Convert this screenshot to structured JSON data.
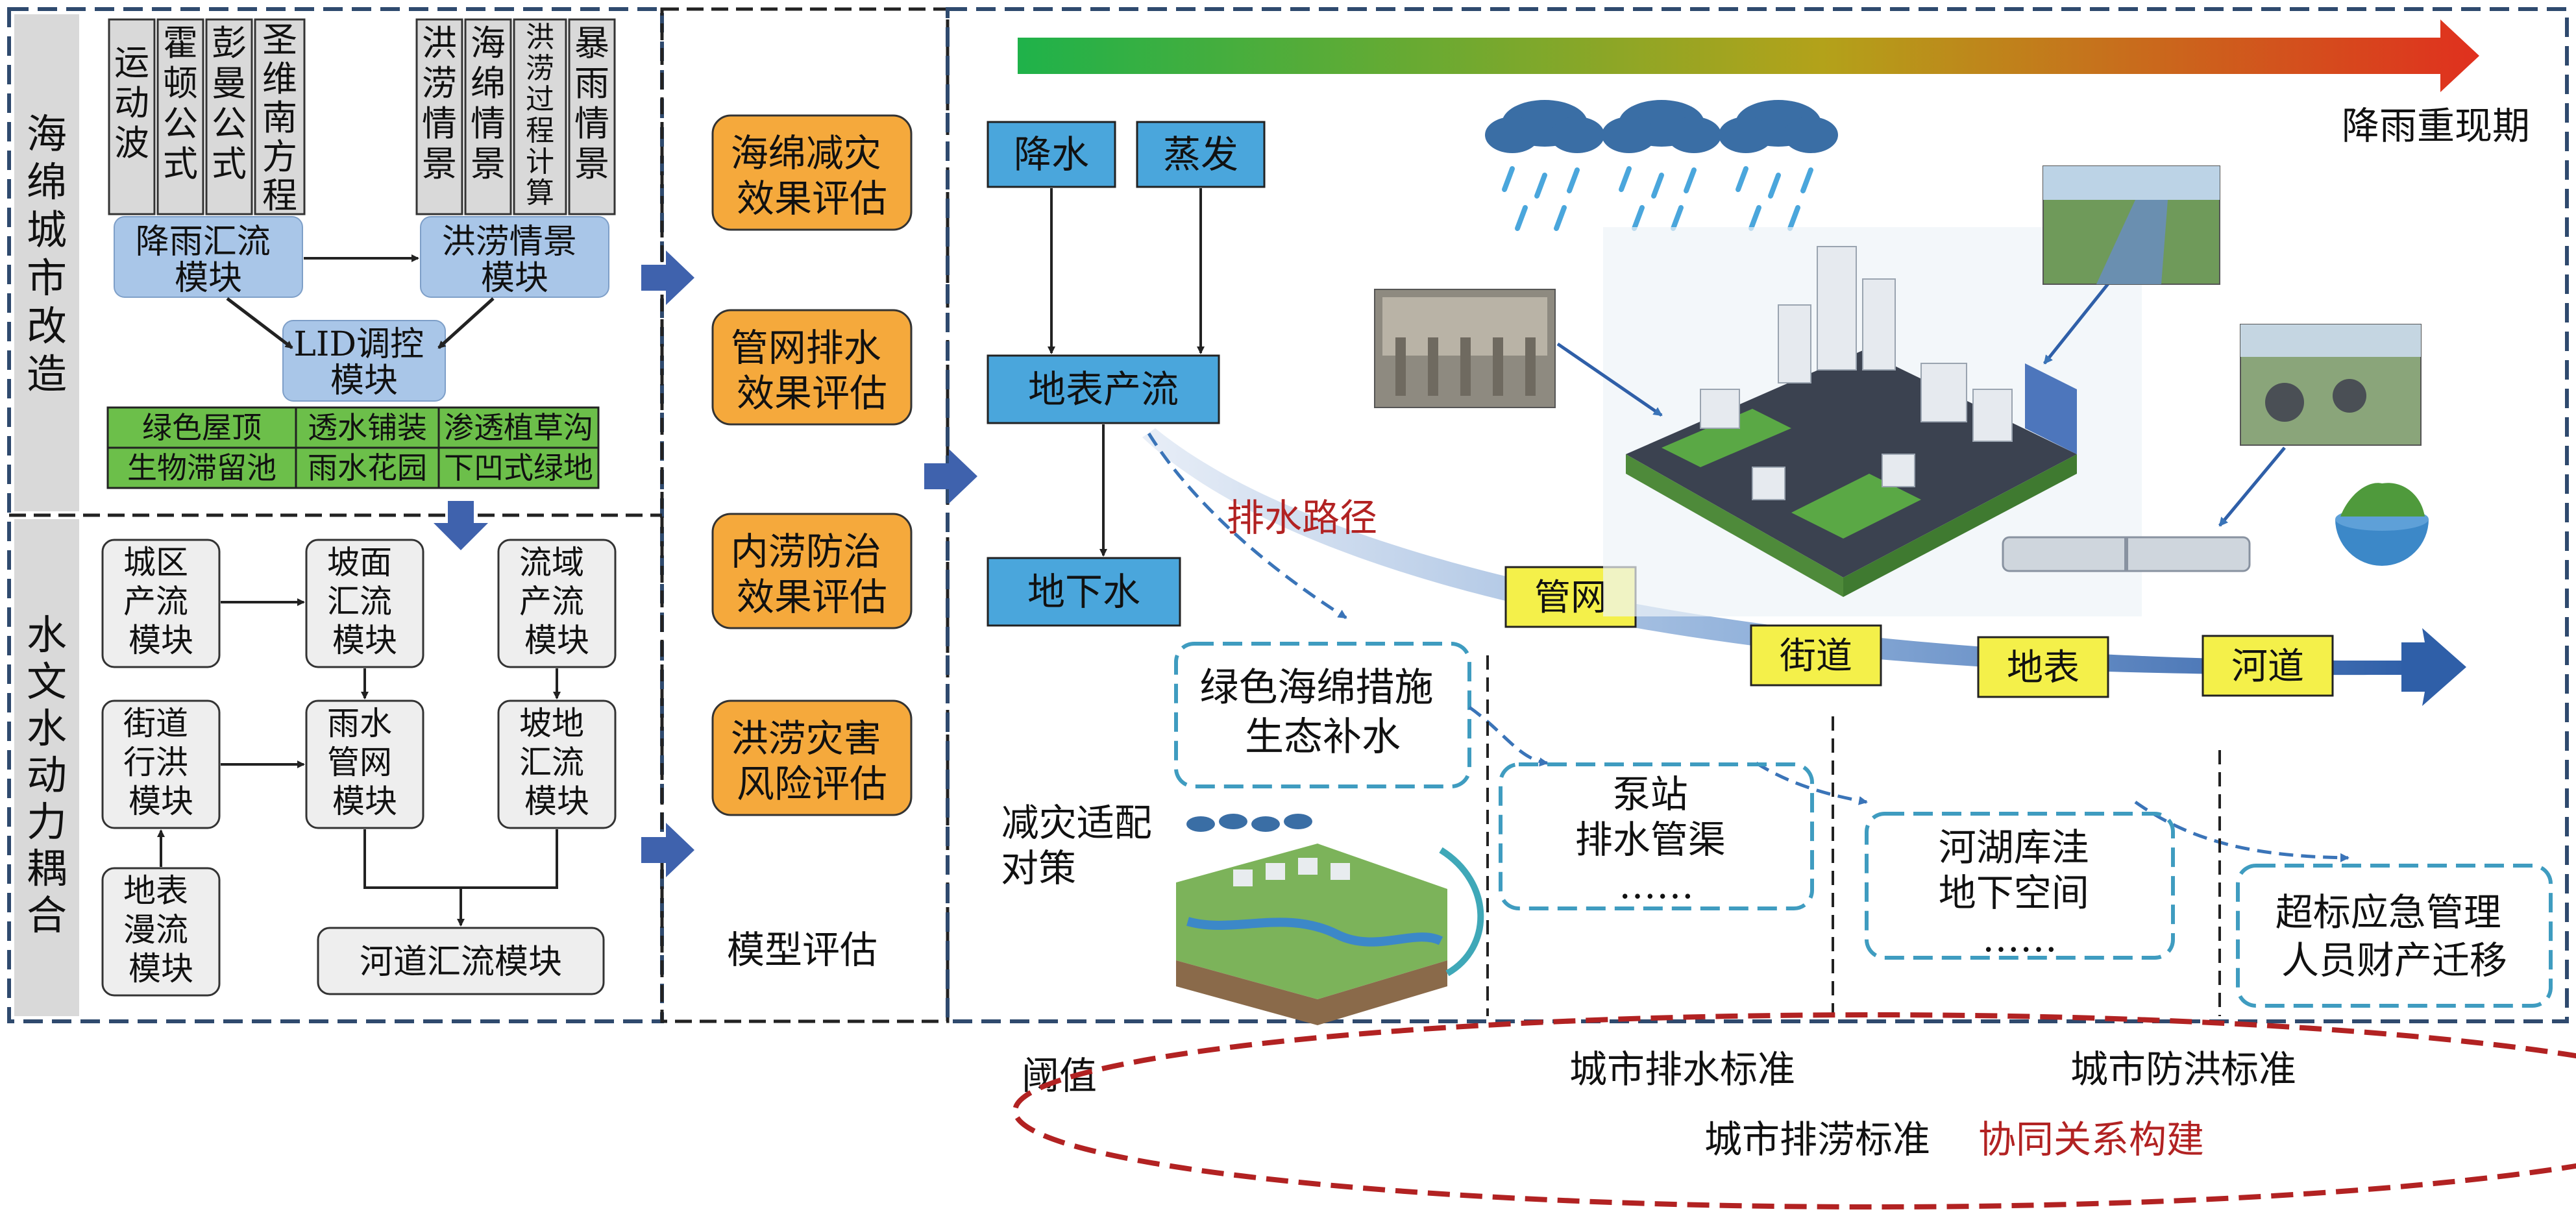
{
  "section1": {
    "side_label": "海绵城市改造",
    "formula_boxes": [
      "运动波",
      "霍顿公式",
      "彭曼公式",
      "圣维南方程"
    ],
    "scenario_boxes": [
      "洪涝情景",
      "海绵情景",
      "洪涝过程计算",
      "暴雨情景"
    ],
    "module_rainfall": [
      "降雨汇流",
      "模块"
    ],
    "module_flood": [
      "洪涝情景",
      "模块"
    ],
    "module_lid": [
      "LID调控",
      "模块"
    ],
    "lid_measures": [
      "绿色屋顶",
      "透水铺装",
      "渗透植草沟",
      "生物滞留池",
      "雨水花园",
      "下凹式绿地"
    ]
  },
  "section2": {
    "side_label": "水文水动力耦合",
    "modules": {
      "urban_runoff": [
        "城区",
        "产流",
        "模块"
      ],
      "slope_confluence": [
        "坡面",
        "汇流",
        "模块"
      ],
      "basin_runoff": [
        "流域",
        "产流",
        "模块"
      ],
      "street_flood": [
        "街道",
        "行洪",
        "模块"
      ],
      "rain_network": [
        "雨水",
        "管网",
        "模块"
      ],
      "slope_land": [
        "坡地",
        "汇流",
        "模块"
      ],
      "surface_overland": [
        "地表",
        "漫流",
        "模块"
      ],
      "river_confluence": "河道汇流模块"
    }
  },
  "evaluation": {
    "items": [
      [
        "海绵减灾",
        "效果评估"
      ],
      [
        "管网排水",
        "效果评估"
      ],
      [
        "内涝防治",
        "效果评估"
      ],
      [
        "洪涝灾害",
        "风险评估"
      ]
    ],
    "footer": "模型评估"
  },
  "right_panel": {
    "gradient_label": "降雨重现期",
    "precipitation": "降水",
    "evaporation": "蒸发",
    "surface_runoff": "地表产流",
    "groundwater": "地下水",
    "drain_path": "排水路径",
    "flow_labels": [
      "管网",
      "街道",
      "地表",
      "河道"
    ],
    "green_measures": [
      "绿色海绵措施",
      "生态补水"
    ],
    "mitigation": [
      "减灾适配",
      "对策"
    ],
    "pump_box": [
      "泵站",
      "排水管渠",
      "……"
    ],
    "lake_box": [
      "河湖库洼",
      "地下空间",
      "……"
    ],
    "emergency_box": [
      "超标应急管理",
      "人员财产迁移"
    ]
  },
  "bottom": {
    "threshold": "阈值",
    "standards": [
      "城市排水标准",
      "城市防洪标准",
      "城市排涝标准"
    ],
    "coordination": "协同关系构建"
  },
  "colors": {
    "frame": "#2f4a6e",
    "box_blue": "#a9c6e8",
    "box_gray": "#d9d9d9",
    "lid_green": "#6cbf4a",
    "orange": "#f5a93c",
    "cyan_box": "#4aa6dc",
    "yellow": "#f4f04a",
    "dashed_teal": "#3f9cc0",
    "red_text": "#b22222",
    "ellipse": "#b22222"
  }
}
